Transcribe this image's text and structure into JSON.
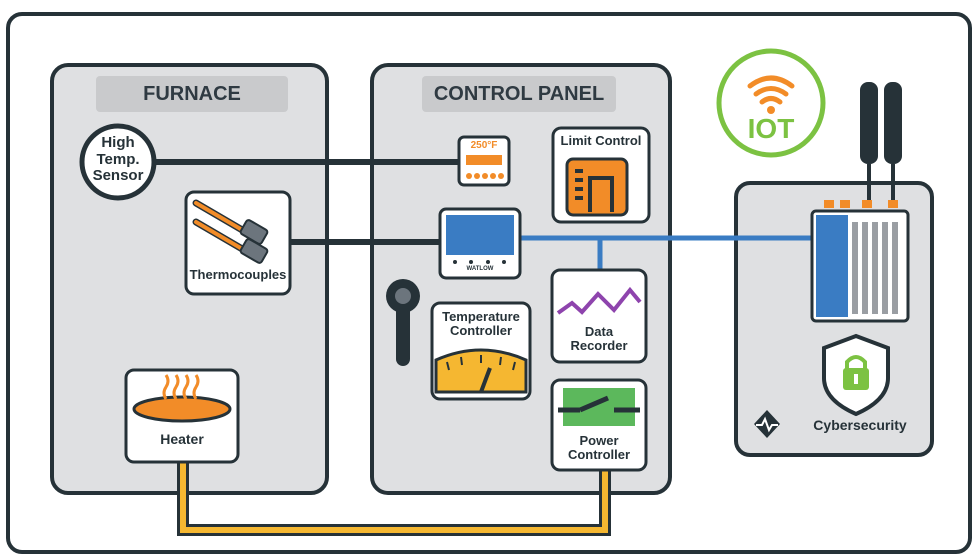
{
  "panels": {
    "furnace_title": "FURNACE",
    "control_title": "CONTROL PANEL"
  },
  "devices": {
    "sensor_label": "High\nTemp.\nSensor",
    "thermocouples_label": "Thermocouples",
    "heater_label": "Heater",
    "limit_control_label": "Limit Control",
    "small_display_reading": "250°F",
    "controller_brand": "WATLOW",
    "temperature_controller_label": "Temperature\nController",
    "data_recorder_label": "Data\nRecorder",
    "power_controller_label": "Power\nController"
  },
  "iot": {
    "badge_label": "IOT",
    "cybersecurity_label": "Cybersecurity"
  },
  "colors": {
    "outline": "#263238",
    "panel_fill": "#dfe0e2",
    "title_fill": "#c9cacc",
    "orange": "#f28c28",
    "blue_wire": "#3a7cc3",
    "iot_green": "#7cc242",
    "gauge_yellow": "#f5b731",
    "recorder_purple": "#8e44ad",
    "power_green": "#5cb85c"
  }
}
